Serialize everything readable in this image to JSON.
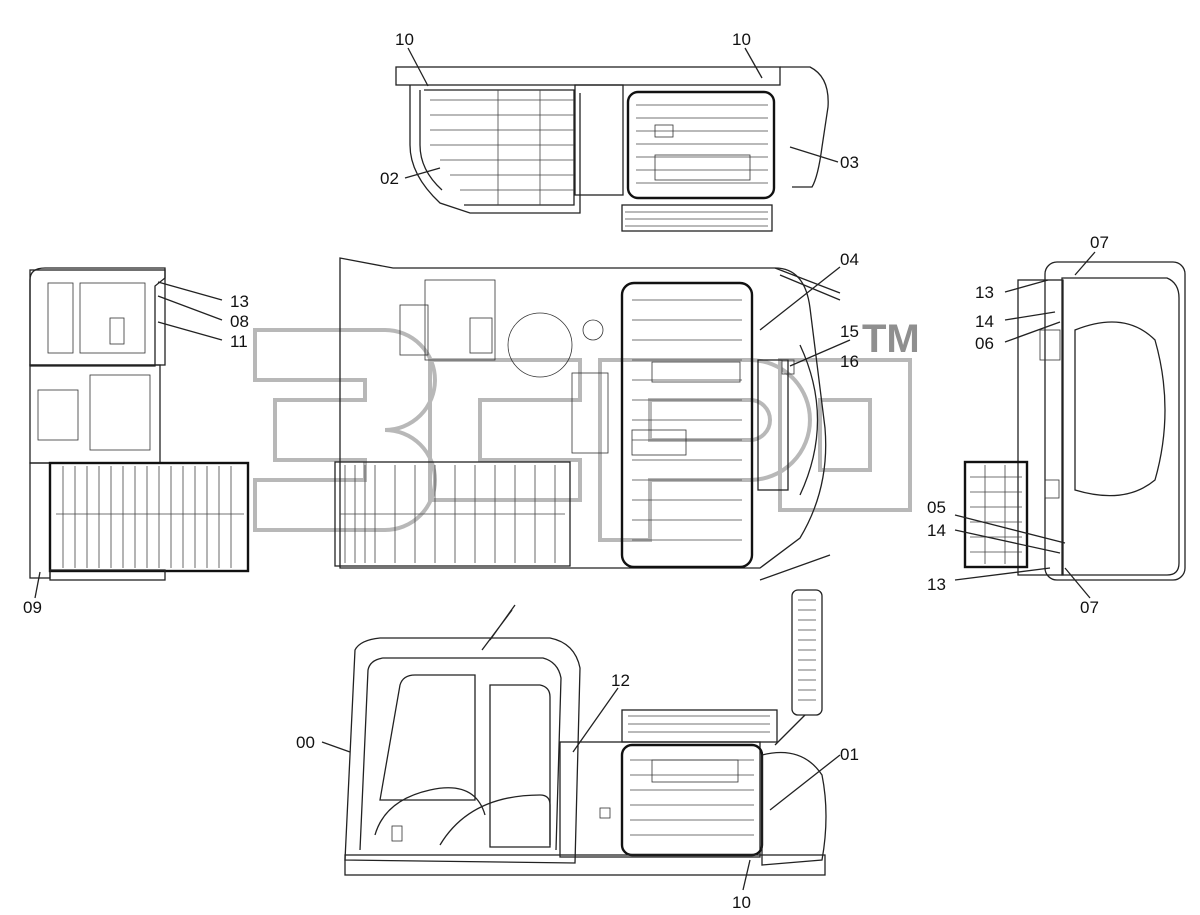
{
  "labels": {
    "l00": "00",
    "l01": "01",
    "l02": "02",
    "l03": "03",
    "l04": "04",
    "l05": "05",
    "l06": "06",
    "l07a": "07",
    "l07b": "07",
    "l08": "08",
    "l09": "09",
    "l10a": "10",
    "l10b": "10",
    "l10c": "10",
    "l11": "11",
    "l12": "12",
    "l13a": "13",
    "l13b": "13",
    "l13c": "13",
    "l14a": "14",
    "l14b": "14",
    "l15": "15",
    "l16": "16"
  },
  "watermark": {
    "trademark": "TM"
  }
}
